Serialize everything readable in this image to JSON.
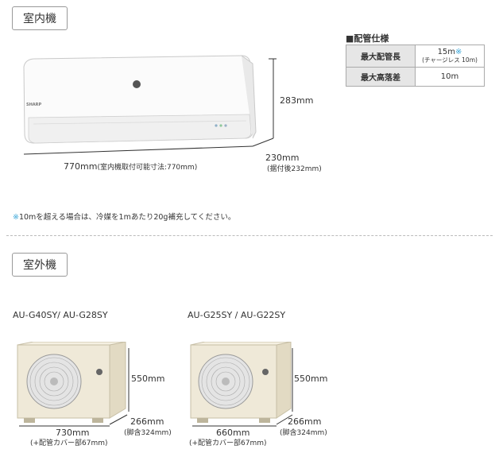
{
  "indoor": {
    "label": "室内機",
    "brand": "SHARP",
    "width": "770mm",
    "width_note": "(室内機取付可能寸法:770mm)",
    "height": "283mm",
    "depth": "230mm",
    "depth_note": "(据付後232mm)"
  },
  "piping": {
    "title": "■配管仕様",
    "rows": [
      {
        "label": "最大配管長",
        "value": "15m",
        "mark": "※",
        "sub": "(チャージレス 10m)"
      },
      {
        "label": "最大高落差",
        "value": "10m"
      }
    ]
  },
  "note": {
    "mark": "※",
    "text": "10mを超える場合は、冷媒を1mあたり20g補充してください。"
  },
  "outdoor": {
    "label": "室外機",
    "units": [
      {
        "models": "AU-G40SY/ AU-G28SY",
        "width": "730mm",
        "width_note": "(+配管カバー部67mm)",
        "height": "550mm",
        "depth": "266mm",
        "depth_note": "(脚含324mm)"
      },
      {
        "models": "AU-G25SY / AU-G22SY",
        "width": "660mm",
        "width_note": "(+配管カバー部67mm)",
        "height": "550mm",
        "depth": "266mm",
        "depth_note": "(脚含324mm)"
      }
    ]
  }
}
